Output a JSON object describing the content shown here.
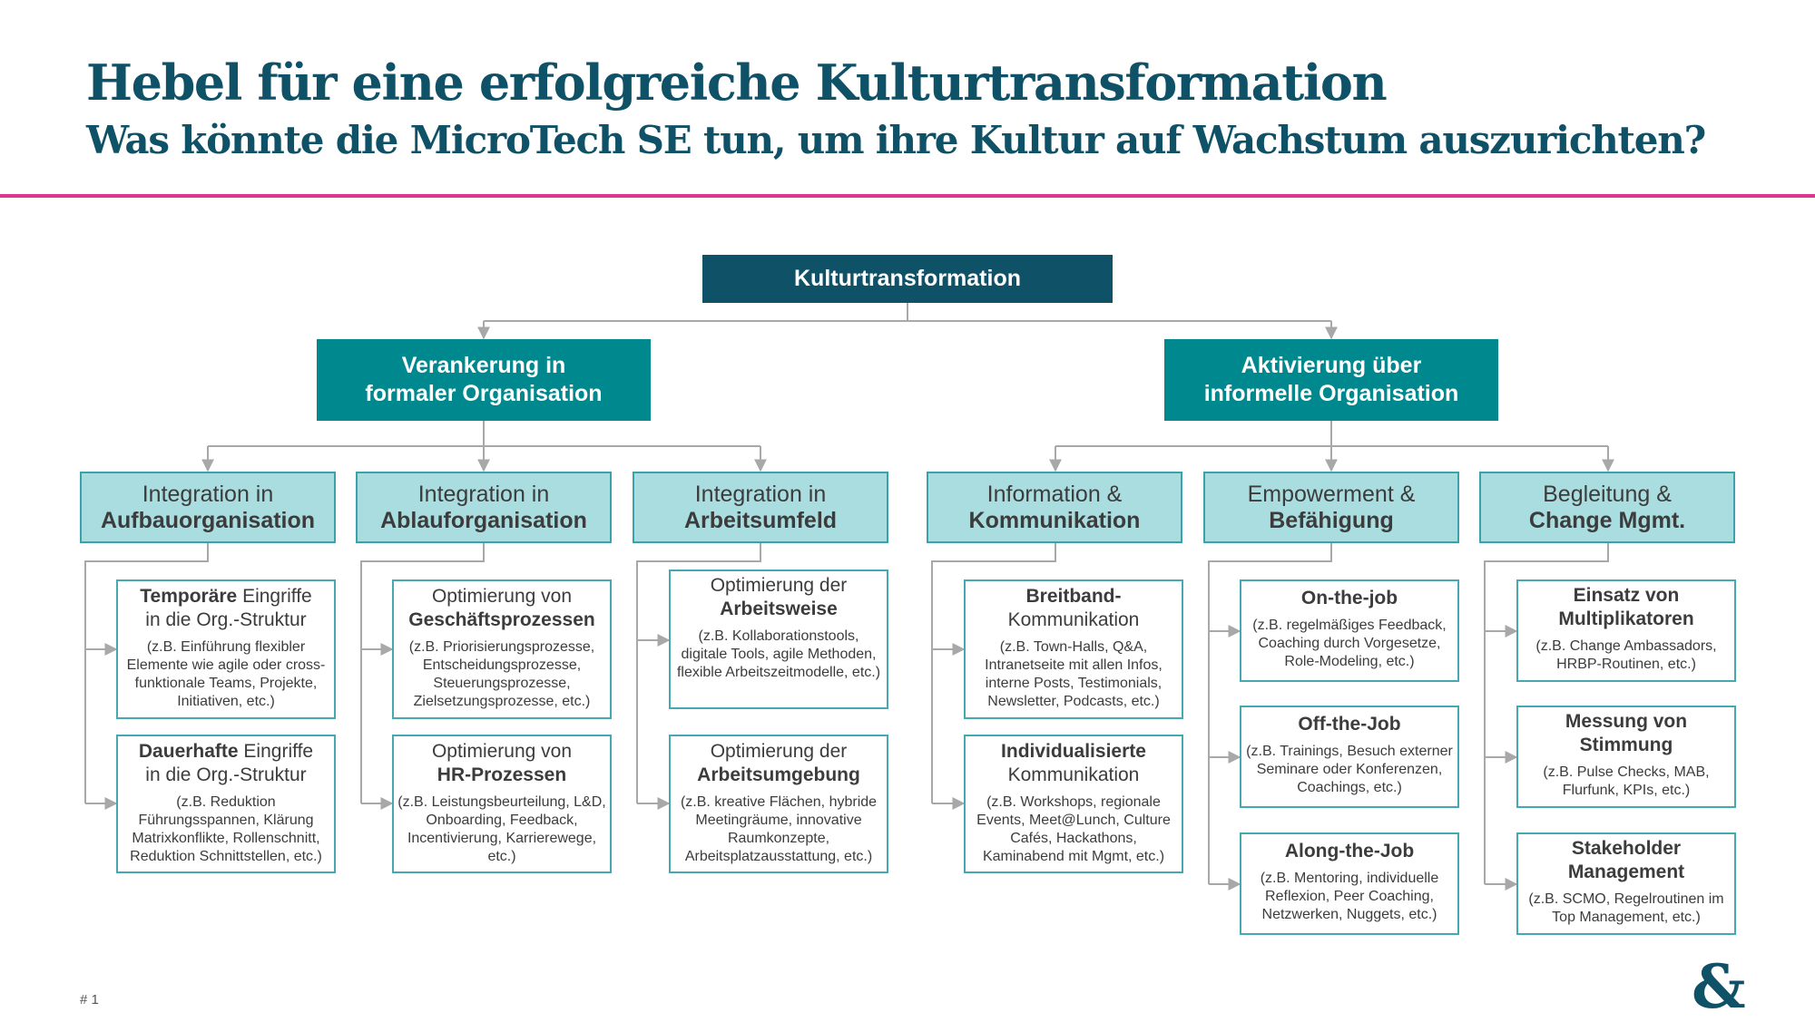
{
  "header": {
    "title": "Hebel für eine erfolgreiche Kulturtransformation",
    "subtitle": "Was könnte die MicroTech SE tun, um ihre Kultur auf Wachstum auszurichten?"
  },
  "root": {
    "label": "Kulturtransformation"
  },
  "branches": [
    {
      "line1": "Verankerung in",
      "line2": "formaler Organisation"
    },
    {
      "line1": "Aktivierung über",
      "line2": "informelle Organisation"
    }
  ],
  "categories": [
    {
      "line1": "Integration in",
      "line2": "Aufbauorganisation"
    },
    {
      "line1": "Integration in",
      "line2": "Ablauforganisation"
    },
    {
      "line1": "Integration in",
      "line2": "Arbeitsumfeld"
    },
    {
      "line1": "Information &",
      "line2": "Kommunikation"
    },
    {
      "line1": "Empowerment &",
      "line2": "Befähigung"
    },
    {
      "line1": "Begleitung &",
      "line2": "Change Mgmt."
    }
  ],
  "leaves": [
    {
      "bold1": "Temporäre",
      "plain1": " Eingriffe",
      "plain2": "in die Org.-Struktur",
      "bold2": "",
      "detail": "(z.B. Einführung flexibler Elemente wie agile oder cross-funktionale Teams, Projekte, Initiativen, etc.)"
    },
    {
      "bold1": "Dauerhafte",
      "plain1": " Eingriffe",
      "plain2": "in die Org.-Struktur",
      "bold2": "",
      "detail": "(z.B. Reduktion Führungsspannen, Klärung Matrixkonflikte, Rollenschnitt, Reduktion Schnittstellen, etc.)"
    },
    {
      "bold1": "",
      "plain1": "Optimierung von",
      "plain2": "",
      "bold2": "Geschäftsprozessen",
      "detail": "(z.B. Priorisierungsprozesse, Entscheidungsprozesse, Steuerungsprozesse, Zielsetzungsprozesse, etc.)"
    },
    {
      "bold1": "",
      "plain1": "Optimierung von",
      "plain2": "",
      "bold2": "HR-Prozessen",
      "detail": "(z.B. Leistungsbeurteilung, L&D, Onboarding, Feedback, Incentivierung, Karrierewege, etc.)"
    },
    {
      "bold1": "",
      "plain1": "Optimierung der",
      "plain2": "",
      "bold2": "Arbeitsweise",
      "detail": "(z.B. Kollaborationstools, digitale Tools, agile Methoden, flexible Arbeitszeitmodelle, etc.)"
    },
    {
      "bold1": "",
      "plain1": "Optimierung der",
      "plain2": "",
      "bold2": "Arbeitsumgebung",
      "detail": "(z.B. kreative Flächen, hybride Meetingräume,  innovative Raumkonzepte, Arbeitsplatzausstattung, etc.)"
    },
    {
      "bold1": "Breitband-",
      "plain1": "",
      "plain2": "Kommunikation",
      "bold2": "",
      "detail": "(z.B. Town-Halls, Q&A, Intranetseite mit allen Infos, interne Posts, Testimonials, Newsletter, Podcasts, etc.)"
    },
    {
      "bold1": "Individualisierte",
      "plain1": "",
      "plain2": "Kommunikation",
      "bold2": "",
      "detail": "(z.B. Workshops, regionale Events, Meet@Lunch, Culture Cafés, Hackathons, Kaminabend mit Mgmt, etc.)"
    },
    {
      "bold1": "On-the-job",
      "plain1": "",
      "plain2": "",
      "bold2": "",
      "detail": "(z.B. regelmäßiges Feedback, Coaching durch Vorgesetze, Role-Modeling, etc.)"
    },
    {
      "bold1": "Off-the-Job",
      "plain1": "",
      "plain2": "",
      "bold2": "",
      "detail": "(z.B. Trainings, Besuch externer Seminare oder Konferenzen, Coachings, etc.)"
    },
    {
      "bold1": "Along-the-Job",
      "plain1": "",
      "plain2": "",
      "bold2": "",
      "detail": "(z.B. Mentoring, individuelle Reflexion, Peer Coaching, Netzwerken, Nuggets, etc.)"
    },
    {
      "bold1": "Einsatz von",
      "plain1": "",
      "plain2": "",
      "bold2": "Multiplikatoren",
      "detail": "(z.B. Change Ambassadors, HRBP-Routinen, etc.)"
    },
    {
      "bold1": "Messung von",
      "plain1": "",
      "plain2": "",
      "bold2": "Stimmung",
      "detail": "(z.B. Pulse Checks, MAB, Flurfunk, KPIs, etc.)"
    },
    {
      "bold1": "Stakeholder",
      "plain1": "",
      "plain2": "",
      "bold2": "Management",
      "detail": "(z.B. SCMO, Regelroutinen im Top Management, etc.)"
    }
  ],
  "footer": {
    "page_number": "# 1",
    "logo": "&"
  },
  "colors": {
    "title": "#0f5166",
    "rule": "#e2358f",
    "root": "#0f5166",
    "branch": "#00888f",
    "category_fill": "#a9dde0",
    "border": "#46a9b1",
    "connector": "#a8a8a8"
  }
}
